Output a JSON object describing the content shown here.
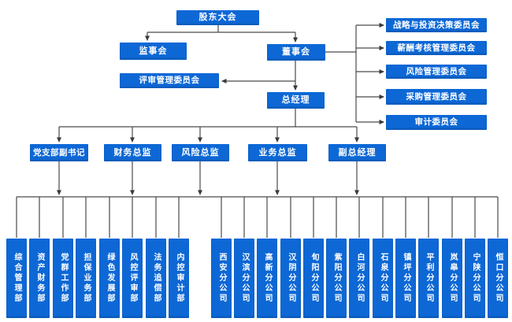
{
  "colors": {
    "node_blue": "#0d68d6",
    "node_text": "#ffffff",
    "line": "#4a4a4a",
    "background": "#ffffff"
  },
  "nodes": {
    "shareholders_meeting": "股东大会",
    "supervisory_board": "监事会",
    "board_of_directors": "董事会",
    "review_management_committee": "评审管理委员会",
    "general_manager": "总经理"
  },
  "committees": [
    "战略与投资决策委员会",
    "薪酬考核管理委员会",
    "风险管理委员会",
    "采购管理委员会",
    "审计委员会"
  ],
  "managers": [
    "党支部副书记",
    "财务总监",
    "风险总监",
    "业务总监",
    "副总经理"
  ],
  "departments": [
    "综合管理部",
    "资产财务部",
    "党群工作部",
    "担保业务部",
    "绿色发展部",
    "风控评审部",
    "法务追偿部",
    "内控审计部"
  ],
  "branches": [
    "西安分公司",
    "汉滨分公司",
    "高新分公司",
    "汉阴分公司",
    "旬阳分公司",
    "紫阳分公司",
    "白河分公司",
    "石泉分公司",
    "镇坪分公司",
    "平利分公司",
    "岚皋分公司",
    "宁陕分公司",
    "恒口分公司"
  ]
}
